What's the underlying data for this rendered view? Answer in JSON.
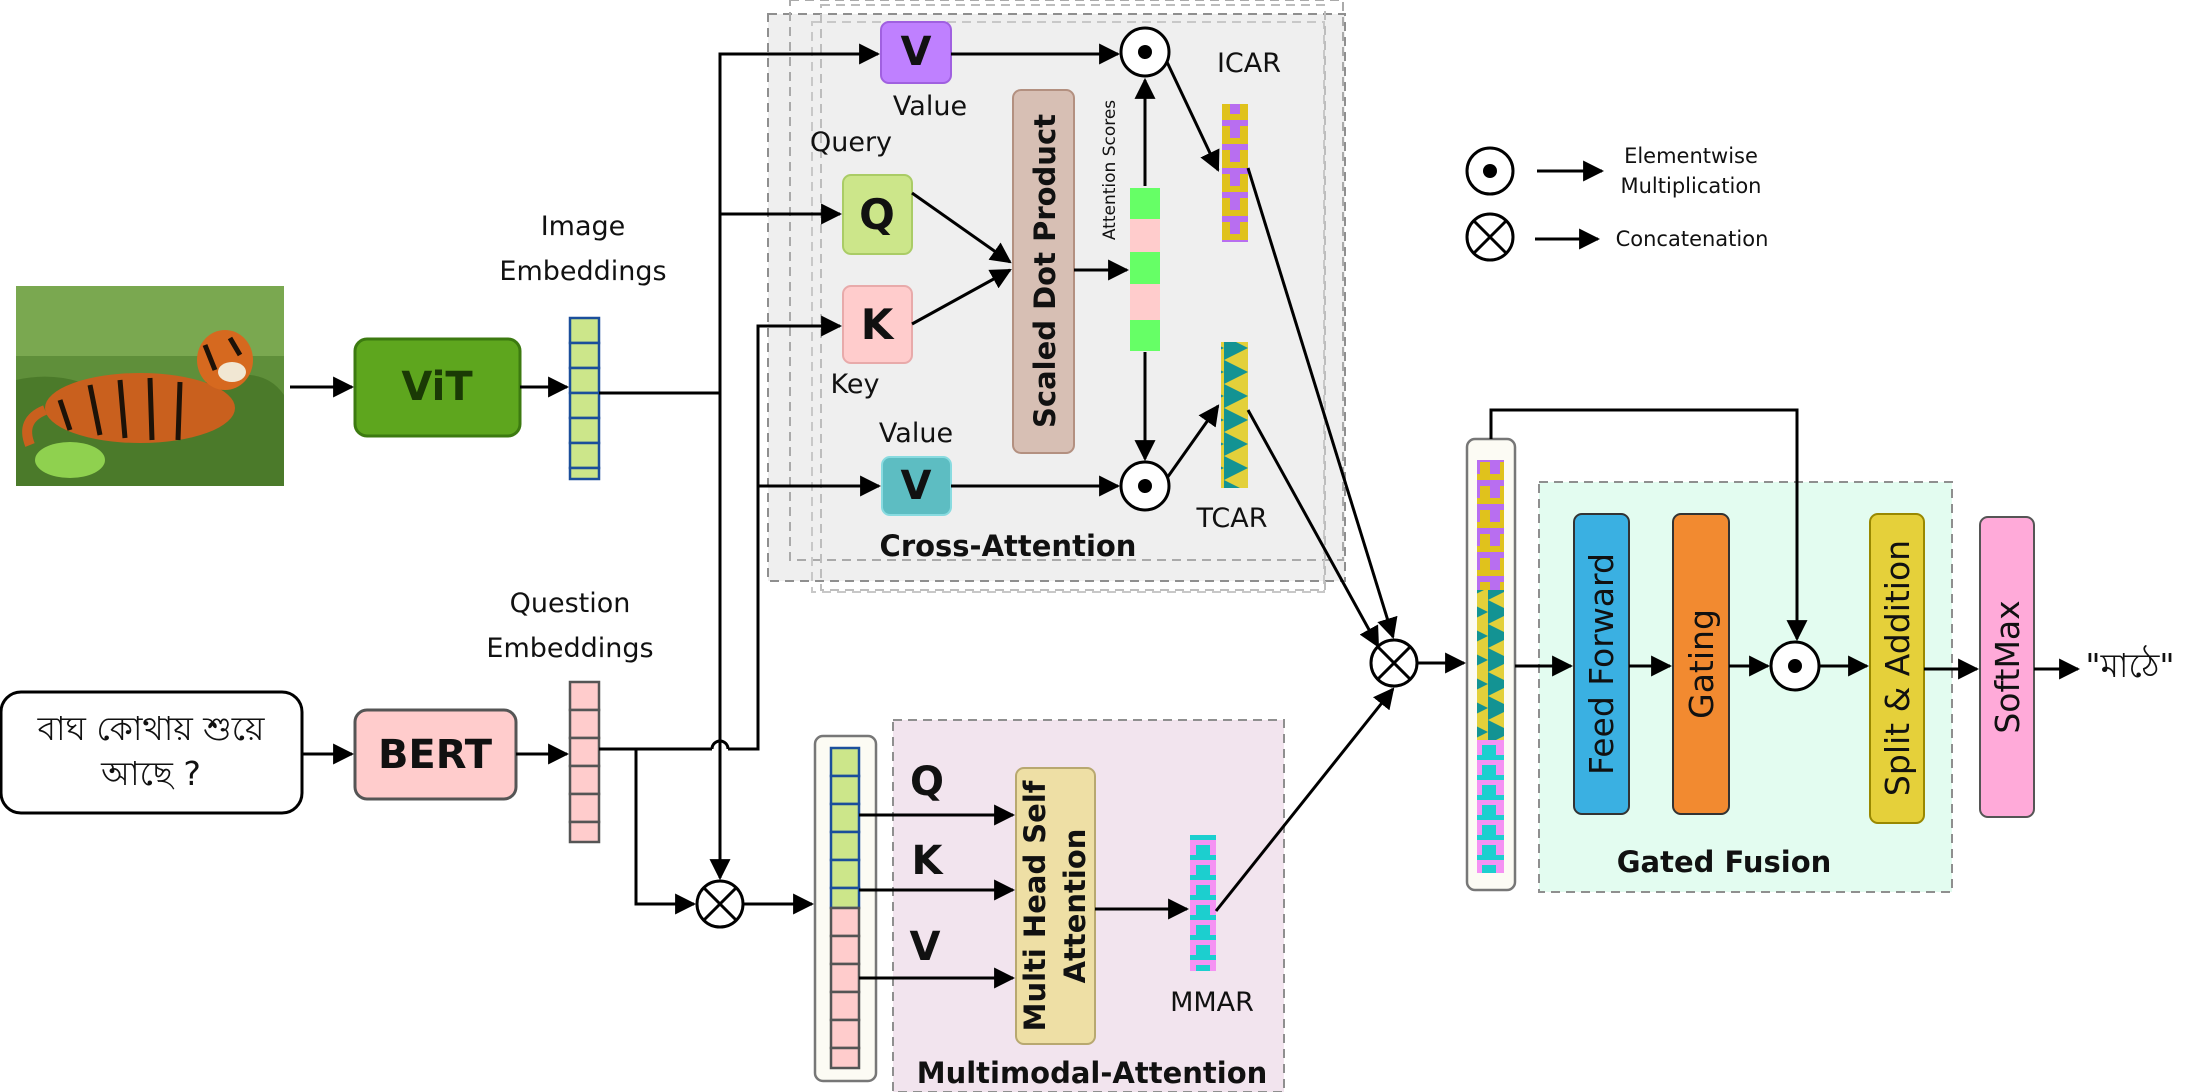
{
  "input": {
    "question_text_line1": "বাঘ কোথায় শুয়ে",
    "question_text_line2": "আছে ?",
    "answer": "\"মাঠে\""
  },
  "encoders": {
    "vit_label": "ViT",
    "bert_label": "BERT"
  },
  "embeddings": {
    "image_line1": "Image",
    "image_line2": "Embeddings",
    "question_line1": "Question",
    "question_line2": "Embeddings"
  },
  "cross_attention": {
    "title": "Cross-Attention",
    "v_top": "V",
    "value_top": "Value",
    "query": "Query",
    "q": "Q",
    "k": "K",
    "key": "Key",
    "value_bottom": "Value",
    "v_bottom": "V",
    "scaled_dot_product": "Scaled Dot Product",
    "attention_scores": "Attention Scores",
    "icar": "ICAR",
    "tcar": "TCAR"
  },
  "multimodal_attention": {
    "title": "Multimodal-Attention",
    "q": "Q",
    "k": "K",
    "v": "V",
    "mhsa_line1": "Multi Head Self",
    "mhsa_line2": "Attention",
    "mmar": "MMAR"
  },
  "gated_fusion": {
    "title": "Gated Fusion",
    "feed_forward": "Feed Forward",
    "gating": "Gating",
    "split_addition": "Split & Addition",
    "softmax": "SoftMax"
  },
  "legend": {
    "elementwise_line1": "Elementwise",
    "elementwise_line2": "Multiplication",
    "concatenation": "Concatenation"
  },
  "colors": {
    "vit": "#5ea61e",
    "bert": "#ffcccc",
    "v_top": "#bf80ff",
    "q": "#cce68a",
    "k": "#ffcccc",
    "v_bottom": "#5dbdc2",
    "sdp": "#d7bfb4",
    "mhsa": "#eedfa5",
    "feed_forward": "#3ab0e2",
    "gating": "#f28a30",
    "split_addition": "#e5d03a",
    "softmax": "#ffaad9",
    "cross_bg": "#efefef",
    "mm_bg": "#f2e4ee",
    "gated_bg": "#e3fcf0"
  }
}
